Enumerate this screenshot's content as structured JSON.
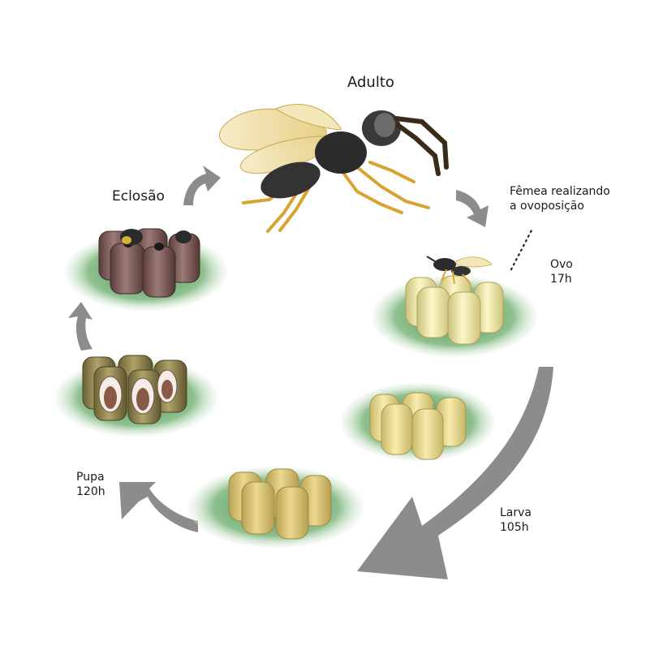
{
  "stages": {
    "adult": {
      "label": "Adulto"
    },
    "eclosion": {
      "label": "Eclosão"
    },
    "oviposition": {
      "line1": "Fêmea realizando",
      "line2": "a ovoposição"
    },
    "egg": {
      "name": "Ovo",
      "time": "17h"
    },
    "larva": {
      "name": "Larva",
      "time": "105h"
    },
    "pupa": {
      "name": "Pupa",
      "time": "120h"
    }
  },
  "colors": {
    "arrow": "#8c8c8c",
    "leaf": "#5f9b66",
    "egg_cell": "#ece7a4",
    "larva_cell": "#e6d98e",
    "pupa_cell": "#dccb7a",
    "eclosion_cell": "#7a5a58",
    "wasp_body": "#2e2e2e",
    "wasp_legs": "#d7a431",
    "wing": "#efdfa8"
  }
}
